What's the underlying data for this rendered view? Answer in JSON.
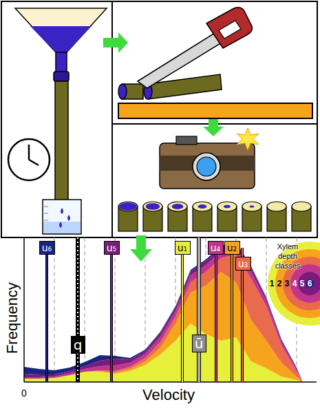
{
  "diagram": {
    "nodes": [
      {
        "text": [
          "u₆"
        ]
      },
      {
        "text": [
          "u₅"
        ]
      },
      {
        "text": [
          "u₁"
        ]
      },
      {
        "text": [
          "u₄"
        ]
      },
      {
        "text": [
          "u₂"
        ]
      },
      {
        "text": [
          "u₃"
        ]
      },
      {
        "text": [
          "q"
        ]
      },
      {
        "text": [
          "ū"
        ]
      }
    ],
    "labels": [
      "Xylem depth classes",
      "Frequency",
      "0",
      "Velocity"
    ],
    "legend": [
      {
        "text": "1",
        "color": "#e6ef3a"
      },
      {
        "text": "2",
        "color": "#f6a41c"
      },
      {
        "text": "3",
        "color": "#ea6a4c"
      },
      {
        "text": "4",
        "color": "#c2358c"
      },
      {
        "text": "5",
        "color": "#7a1c7c"
      },
      {
        "text": "6",
        "color": "#1b2382"
      }
    ]
  }
}
